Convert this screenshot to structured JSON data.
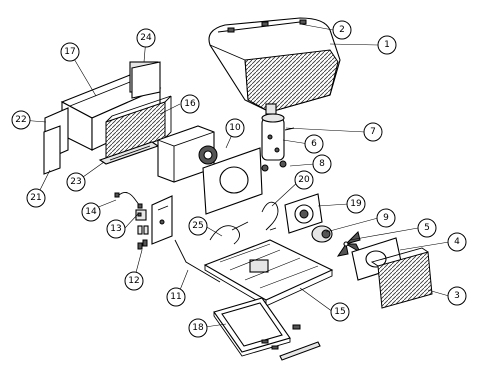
{
  "callouts": [
    {
      "label": "1"
    },
    {
      "label": "2"
    },
    {
      "label": "3"
    },
    {
      "label": "4"
    },
    {
      "label": "5"
    },
    {
      "label": "6"
    },
    {
      "label": "7"
    },
    {
      "label": "8"
    },
    {
      "label": "9"
    },
    {
      "label": "10"
    },
    {
      "label": "11"
    },
    {
      "label": "12"
    },
    {
      "label": "13"
    },
    {
      "label": "14"
    },
    {
      "label": "15"
    },
    {
      "label": "16"
    },
    {
      "label": "17"
    },
    {
      "label": "18"
    },
    {
      "label": "19"
    },
    {
      "label": "20"
    },
    {
      "label": "21"
    },
    {
      "label": "22"
    },
    {
      "label": "23"
    },
    {
      "label": "24"
    },
    {
      "label": "25"
    }
  ]
}
